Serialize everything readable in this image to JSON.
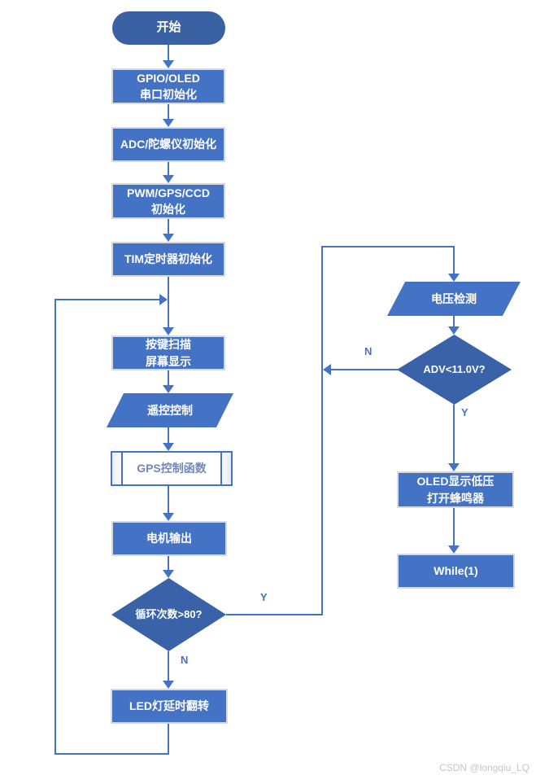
{
  "diagram": {
    "type": "flowchart",
    "nodes": {
      "start": {
        "label": "开始",
        "shape": "terminator"
      },
      "gpio_init": {
        "label": "GPIO/OLED\n串口初始化",
        "shape": "process"
      },
      "adc_init": {
        "label": "ADC/陀螺仪初始化",
        "shape": "process"
      },
      "pwm_init": {
        "label": "PWM/GPS/CCD\n初始化",
        "shape": "process"
      },
      "tim_init": {
        "label": "TIM定时器初始化",
        "shape": "process"
      },
      "key_scan": {
        "label": "按键扫描\n屏幕显示",
        "shape": "process"
      },
      "remote_ctrl": {
        "label": "遥控控制",
        "shape": "data"
      },
      "gps_func": {
        "label": "GPS控制函数",
        "shape": "predefined-process"
      },
      "motor_out": {
        "label": "电机输出",
        "shape": "process"
      },
      "loop_check": {
        "label": "循环次数>80?",
        "shape": "decision"
      },
      "led_toggle": {
        "label": "LED灯延时翻转",
        "shape": "process"
      },
      "volt_check": {
        "label": "电压检测",
        "shape": "data"
      },
      "adv_check": {
        "label": "ADV<11.0V?",
        "shape": "decision"
      },
      "oled_alarm": {
        "label": "OLED显示低压\n打开蜂鸣器",
        "shape": "process"
      },
      "while_loop": {
        "label": "While(1)",
        "shape": "process"
      }
    },
    "edge_labels": {
      "loop_yes": "Y",
      "loop_no": "N",
      "adv_no": "N",
      "adv_yes": "Y"
    },
    "colors": {
      "process_fill": "#4472C4",
      "terminator_fill": "#3A62A3",
      "decision_fill": "#3A62A8",
      "data_fill": "#4472C4",
      "connector_line": "#4472C4",
      "process_border": "#D9D9D9",
      "predefined_border": "#4472C4",
      "predefined_text": "#7289B7",
      "edge_label_text": "#4472C4"
    }
  },
  "watermark": "CSDN @longqiu_LQ"
}
